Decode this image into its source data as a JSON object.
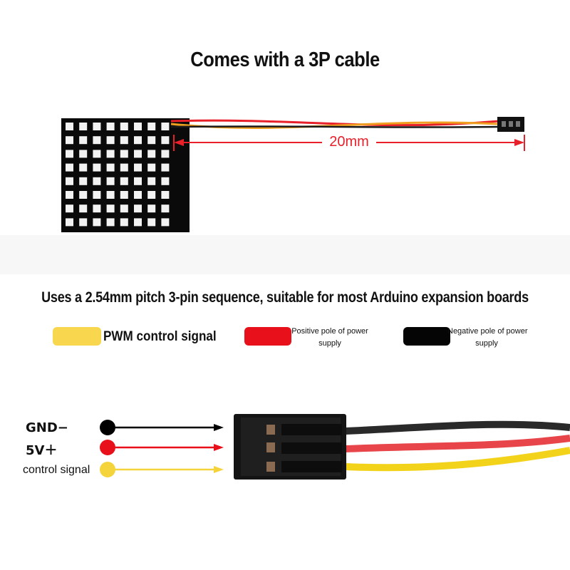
{
  "title": "Comes with a 3P cable",
  "dimension_label": "20mm",
  "subtitle": "Uses a 2.54mm pitch 3-pin sequence, suitable for most Arduino expansion boards",
  "legend": [
    {
      "label": "PWM control signal",
      "color": "#f8d64e"
    },
    {
      "label_line1": "Positive pole of power",
      "label_line2": "supply",
      "color": "#e8101a"
    },
    {
      "label_line1": "Negative pole of power",
      "label_line2": "supply",
      "color": "#050505"
    }
  ],
  "pins": [
    {
      "label": "GND−",
      "color": "#000000"
    },
    {
      "label": "5V＋",
      "color": "#e8101a"
    },
    {
      "label": "control signal",
      "color": "#f5d33a"
    }
  ],
  "colors": {
    "dimension": "#e8202a",
    "board": "#0a0a0a",
    "led": "#f2f2f2"
  }
}
